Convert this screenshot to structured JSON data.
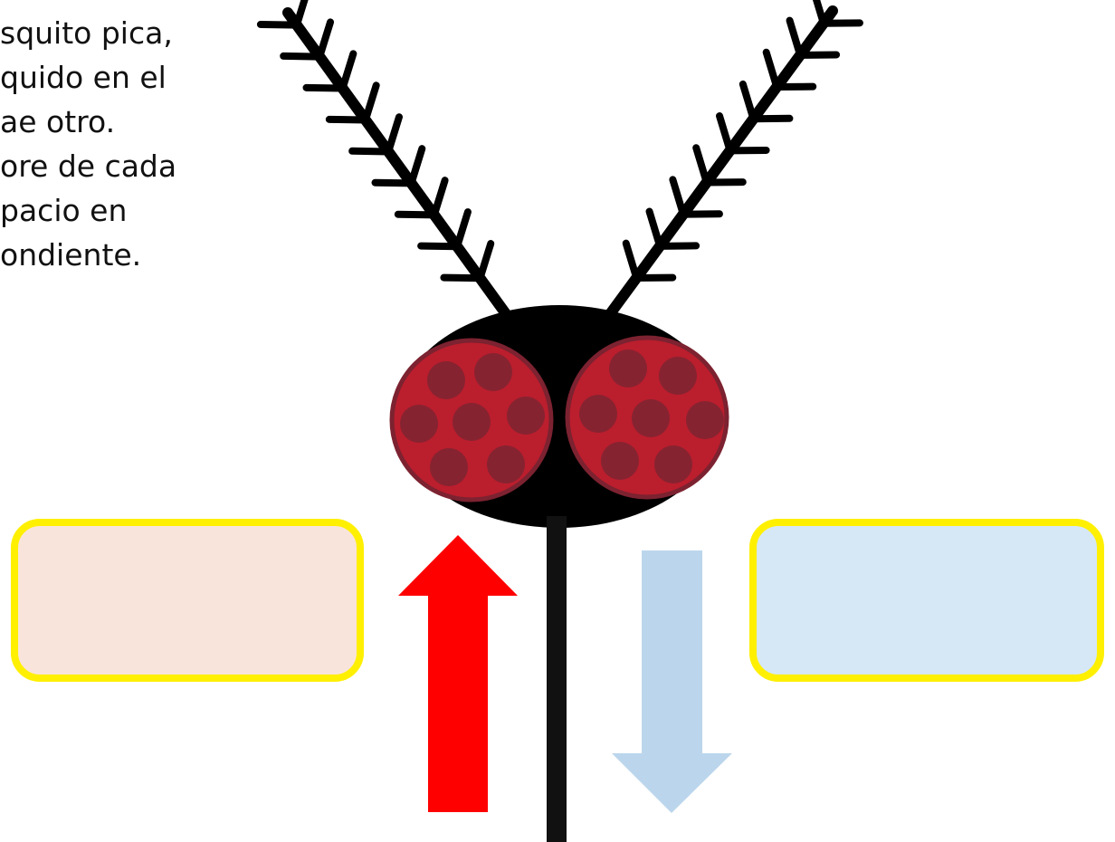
{
  "instructions": {
    "lines": [
      "squito pica,",
      "quido en el",
      "ae otro.",
      "ore de cada",
      "pacio en",
      "ondiente."
    ]
  },
  "answer_boxes": {
    "left": {
      "value": "",
      "fill": "#F9E4DC",
      "border": "#FFEF00"
    },
    "right": {
      "value": "",
      "fill": "#D6E8F6",
      "border": "#FFEF00"
    }
  },
  "arrows": {
    "up": {
      "direction": "up",
      "color": "#FF0000"
    },
    "down": {
      "direction": "down",
      "color": "#BBD6EC"
    }
  },
  "colors": {
    "mosquito_body": "#000000",
    "eye_fill": "#BB1E2D",
    "eye_rim": "#7C2230",
    "eye_spots": "#862331",
    "stylet": "#111111"
  },
  "icons": {
    "mosquito": "mosquito-head-icon",
    "up_arrow": "arrow-up-icon",
    "down_arrow": "arrow-down-icon"
  }
}
